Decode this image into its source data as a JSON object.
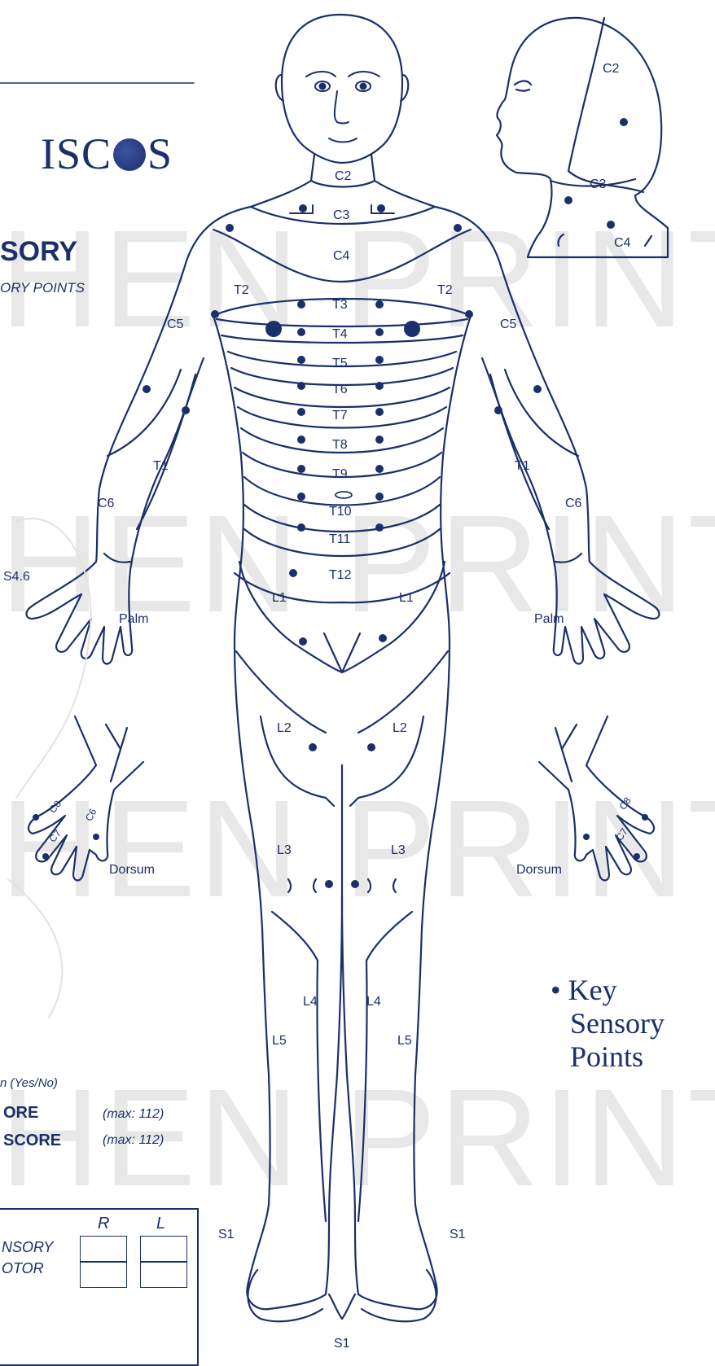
{
  "logo": "ISC🌐S",
  "logo_text": "ISC",
  "logo_text2": "S",
  "header": {
    "sensory_title": "SORY",
    "sensory_subtitle": "ORY POINTS"
  },
  "watermark": [
    "HEN PRINTE",
    "HEN PRINTE",
    "HEN PRINTE",
    "HEN PRINTE"
  ],
  "body_labels": {
    "c2": "C2",
    "c3": "C3",
    "c4": "C4",
    "t2_left": "T2",
    "t2_right": "T2",
    "c5_left": "C5",
    "c5_right": "C5",
    "t3": "T3",
    "t4": "T4",
    "t5": "T5",
    "t6": "T6",
    "t7": "T7",
    "t8": "T8",
    "t9": "T9",
    "t10": "T10",
    "t11": "T11",
    "t12": "T12",
    "t1_left": "T1",
    "t1_right": "T1",
    "c6_left": "C6",
    "c6_right": "C6",
    "s45": "S4.6",
    "palm_left": "Palm",
    "palm_right": "Palm",
    "l1_left": "L1",
    "l1_right": "L1",
    "l2_left": "L2",
    "l2_right": "L2",
    "l3_left": "L3",
    "l3_right": "L3",
    "dorsum_left": "Dorsum",
    "dorsum_right": "Dorsum",
    "l4_left": "L4",
    "l4_right": "L4",
    "l5_left": "L5",
    "l5_right": "L5",
    "s1_left": "S1",
    "s1_right": "S1",
    "s1_center": "S1",
    "c6_hand": "C6",
    "c7_hand_l": "C7",
    "c8_hand_l": "C8",
    "c7_hand_r": "C7",
    "c8_hand_r": "C8"
  },
  "head_labels": {
    "c2": "C2",
    "c3": "C3",
    "c4": "C4"
  },
  "key": {
    "bullet": "•",
    "line1": "Key",
    "line2": "Sensory",
    "line3": "Points"
  },
  "scores": {
    "yes_no": "n (Yes/No)",
    "score1_label": "ORE",
    "score1_max": "(max: 112)",
    "score2_label": "SCORE",
    "score2_max": "(max: 112)"
  },
  "table": {
    "col_r": "R",
    "col_l": "L",
    "row1": "NSORY",
    "row2": "OTOR"
  },
  "colors": {
    "ink": "#1b2f6b",
    "watermark": "#d6d6d6"
  }
}
